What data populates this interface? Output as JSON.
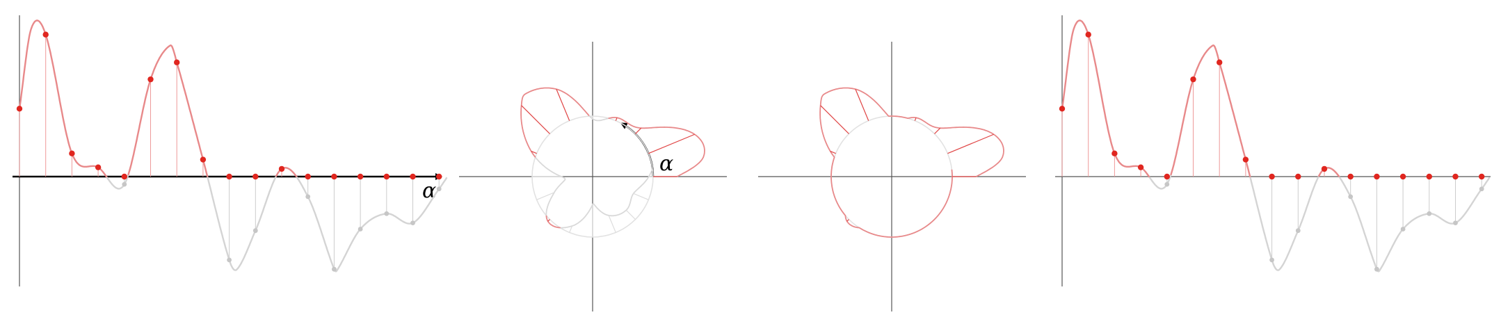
{
  "labels": {
    "alpha": "α"
  },
  "colors": {
    "positive": "#e8898a",
    "point": "#e0261f",
    "negative": "#d4d4d4",
    "axis": "#555555"
  },
  "panels": [
    {
      "id": "panel-1",
      "kind": "cartesian",
      "clip_negative": false,
      "alpha_arrow": true
    },
    {
      "id": "panel-2",
      "kind": "polar",
      "clip_negative": false,
      "alpha_arrow": true
    },
    {
      "id": "panel-3",
      "kind": "polar",
      "clip_negative": true,
      "alpha_arrow": false
    },
    {
      "id": "panel-4",
      "kind": "cartesian",
      "clip_negative": true,
      "alpha_arrow": false
    }
  ],
  "chart_data": {
    "type": "line",
    "x": [
      0,
      1,
      2,
      3,
      4,
      5,
      6,
      7,
      8,
      9,
      10,
      11,
      12,
      13,
      14,
      15,
      16
    ],
    "values": [
      0.44,
      0.92,
      0.15,
      0.06,
      0.0,
      0.63,
      0.74,
      0.11,
      0.0,
      0.0,
      0.05,
      0.0,
      0.0,
      0.0,
      0.0,
      0.0,
      0.0
    ],
    "values_negative_side": [
      0.44,
      0.92,
      0.15,
      0.06,
      -0.05,
      0.63,
      0.74,
      0.11,
      -0.54,
      -0.35,
      0.05,
      -0.13,
      -0.6,
      -0.34,
      -0.24,
      -0.3,
      -0.08
    ],
    "peaks": [
      [
        0.45,
        0.96
      ],
      [
        5.75,
        0.85
      ]
    ],
    "troughs": [
      [
        8.3,
        -0.6
      ],
      [
        12.1,
        -0.61
      ]
    ],
    "xlim": [
      0,
      16
    ],
    "ylim": [
      -0.7,
      1.0
    ],
    "grid": false
  }
}
